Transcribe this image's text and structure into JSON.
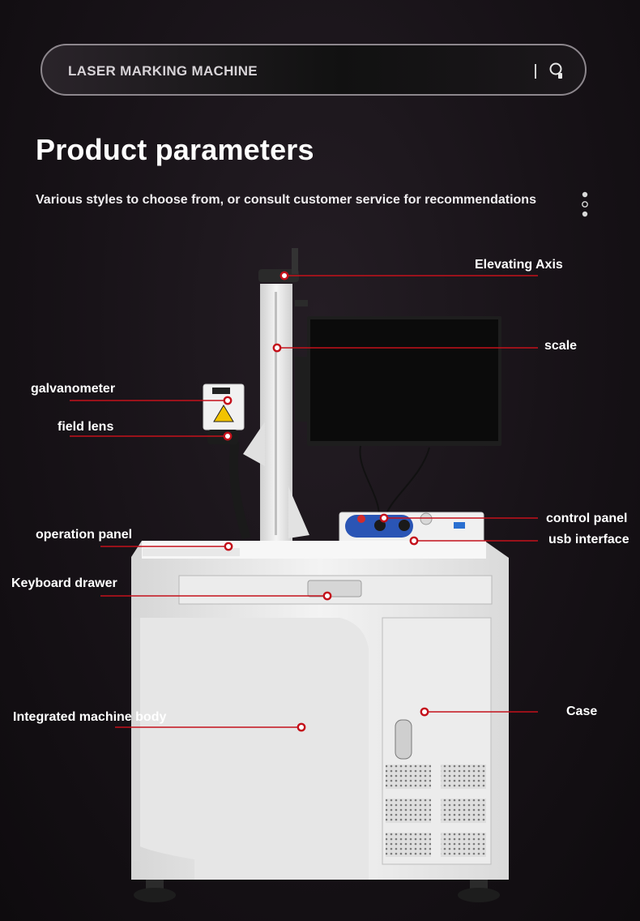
{
  "search": {
    "text": "LASER MARKING MACHINE",
    "icon": "search-icon"
  },
  "header": {
    "title": "Product parameters",
    "subtitle": "Various styles to choose from, or consult customer service for recommendations",
    "menu_icon": "more-vertical-icon"
  },
  "callouts": {
    "elevating_axis": "Elevating Axis",
    "scale": "scale",
    "galvanometer": "galvanometer",
    "field_lens": "field lens",
    "control_panel": "control panel",
    "usb_interface": "usb interface",
    "operation_panel": "operation panel",
    "keyboard_drawer": "Keyboard drawer",
    "integrated_machine_body": "Integrated machine body",
    "case": "Case"
  },
  "colors": {
    "callout_line": "#c4111b",
    "background": "#171217",
    "machine_body": "#ebebeb"
  }
}
